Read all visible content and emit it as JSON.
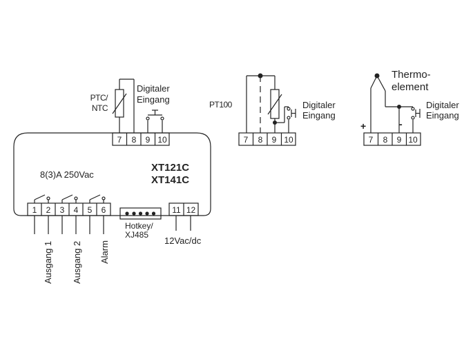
{
  "controller": {
    "models": [
      "XT121C",
      "XT141C"
    ],
    "relay_rating": "8(3)A 250Vac",
    "bottom_terminals": [
      "1",
      "2",
      "3",
      "4",
      "5",
      "6"
    ],
    "supply_terminals": [
      "11",
      "12"
    ],
    "top_terminals": [
      "7",
      "8",
      "9",
      "10"
    ],
    "hotkey_label_line1": "Hotkey/",
    "hotkey_label_line2": "XJ485",
    "supply_label": "12Vac/dc",
    "output_labels": [
      "Ausgang 1",
      "Ausgang 2",
      "Alarm"
    ],
    "ptc_label_line1": "PTC/",
    "ptc_label_line2": "NTC",
    "digital_input_line1": "Digitaler",
    "digital_input_line2": "Eingang"
  },
  "pt100_block": {
    "sensor_label": "PT100",
    "terminals": [
      "7",
      "8",
      "9",
      "10"
    ],
    "digital_input_line1": "Digitaler",
    "digital_input_line2": "Eingang"
  },
  "thermo_block": {
    "sensor_label_line1": "Thermo-",
    "sensor_label_line2": "element",
    "plus_sign": "+",
    "minus_sign": "-",
    "terminals": [
      "7",
      "8",
      "9",
      "10"
    ],
    "digital_input_line1": "Digitaler",
    "digital_input_line2": "Eingang"
  }
}
